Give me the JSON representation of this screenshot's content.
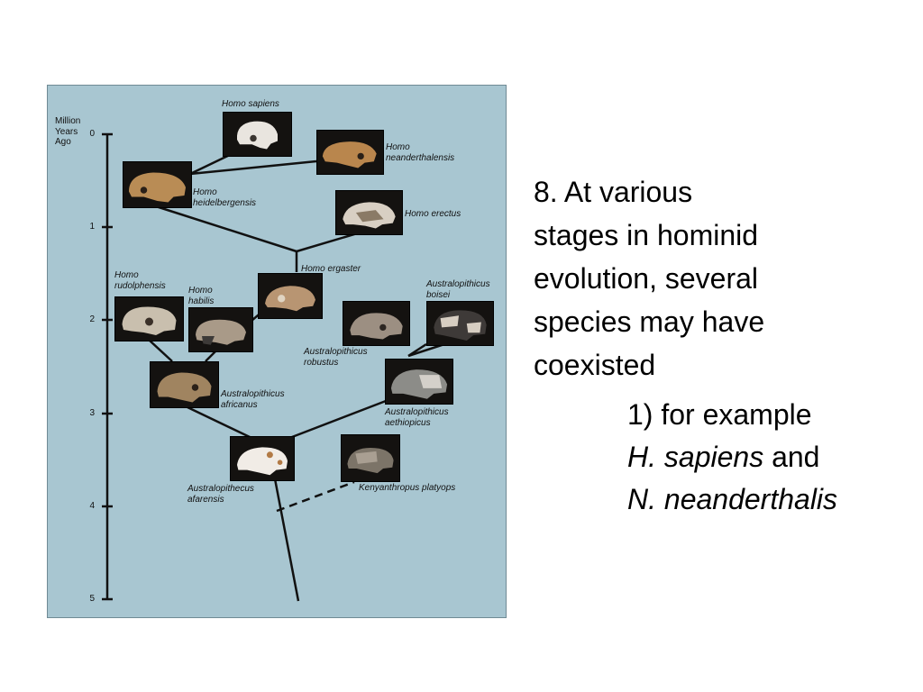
{
  "figure": {
    "axis": {
      "title": "Million\nYears\nAgo",
      "ticks": [
        "0",
        "1",
        "2",
        "3",
        "4",
        "5"
      ]
    },
    "species": {
      "homo_sapiens": "Homo sapiens",
      "homo_neanderthalensis": "Homo\nneanderthalensis",
      "homo_heidelbergensis": "Homo\nheidelbergensis",
      "homo_erectus": "Homo erectus",
      "homo_ergaster": "Homo ergaster",
      "homo_rudolphensis": "Homo\nrudolphensis",
      "homo_habilis": "Homo\nhabilis",
      "australopithicus_boisei": "Australopithicus\nboisei",
      "australopithicus_robustus": "Australopithicus\nrobustus",
      "australopithicus_africanus": "Australopithicus\nafricanus",
      "australopithicus_aethiopicus": "Australopithicus\naethiopicus",
      "australopithecus_afarensis": "Australopithecus\nafarensis",
      "kenyanthropus_platyops": "Kenyanthropus platyops"
    }
  },
  "text": {
    "main": "8. At various\nstages in hominid\nevolution, several\nspecies may have\ncoexisted",
    "example_intro": "1) for example",
    "species1": "H. sapiens",
    "connector": " and",
    "species2": "N. neanderthalis"
  }
}
